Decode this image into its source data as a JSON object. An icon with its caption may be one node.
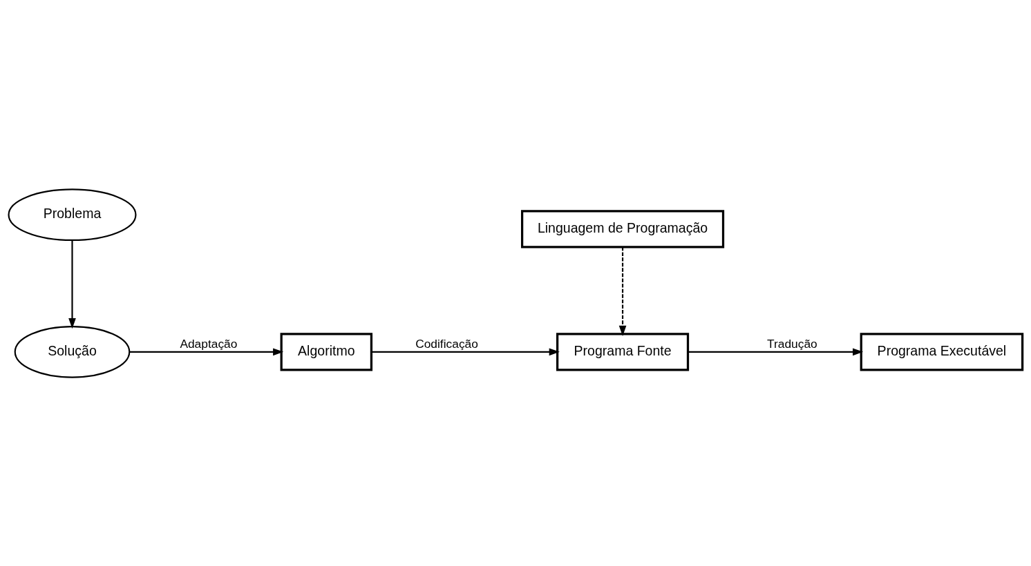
{
  "diagram": {
    "nodes": [
      {
        "text": [
          "Problema"
        ]
      },
      {
        "text": [
          "Solução"
        ]
      },
      {
        "text": [
          "Algoritmo"
        ]
      },
      {
        "text": [
          "Linguagem de Programação"
        ]
      },
      {
        "text": [
          "Programa Fonte"
        ]
      },
      {
        "text": [
          "Programa Executável"
        ]
      }
    ],
    "edges": [
      {
        "from": 0,
        "to": 1,
        "arrow": "to"
      },
      {
        "from": 1,
        "to": 2,
        "arrow": "to",
        "label": "Adaptação"
      },
      {
        "from": 2,
        "to": 4,
        "arrow": "to",
        "label": "Codificação"
      },
      {
        "from": 3,
        "to": 4,
        "arrow": "to",
        "style": "dashed"
      },
      {
        "from": 4,
        "to": 5,
        "arrow": "to",
        "label": "Tradução"
      }
    ]
  }
}
